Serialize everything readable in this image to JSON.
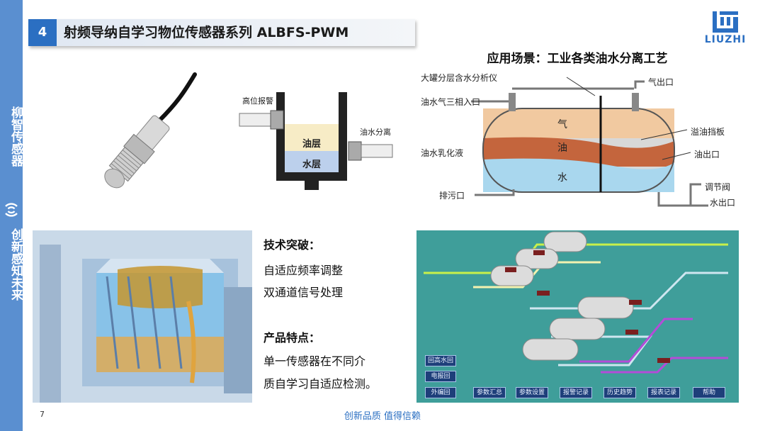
{
  "sidebar": {
    "top_text": "柳智传感器",
    "bottom_text": "创新感知未来"
  },
  "header": {
    "number": "4",
    "title": "射频导纳自学习物位传感器系列 ALBFS-PWM"
  },
  "logo": {
    "text": "LIUZHI",
    "color": "#2b6fc2"
  },
  "scene": {
    "title": "应用场景：工业各类油水分离工艺"
  },
  "tank_diagram": {
    "high_alarm": "高位报警",
    "oil_water_sep": "油水分离",
    "oil_layer": "油层",
    "water_layer": "水层"
  },
  "separator_diagram": {
    "analyzer": "大罐分层含水分析仪",
    "inlet": "油水气三相入口",
    "emulsion": "油水乳化液",
    "drain": "排污口",
    "gas_out": "气出口",
    "weir": "溢油挡板",
    "oil_out": "油出口",
    "valve": "调节阀",
    "water_out": "水出口",
    "gas": "气",
    "oil": "油",
    "water": "水"
  },
  "tech": {
    "heading": "技术突破：",
    "lines": [
      "自适应频率调整",
      "双通道信号处理"
    ]
  },
  "features": {
    "heading": "产品特点：",
    "lines": [
      "单一传感器在不同介",
      "质自学习自适应检测。"
    ]
  },
  "scada_buttons": [
    "回高水回",
    "电报回",
    "外编回",
    "参数汇总",
    "参数设置",
    "报警记录",
    "历史趋势",
    "报表记录",
    "帮助"
  ],
  "footer": {
    "page": "7",
    "slogan": "创新品质 值得信赖"
  },
  "colors": {
    "sidebar": "#5a8fd0",
    "accent": "#2b6fc2",
    "scada_bg": "#3f9e9a"
  }
}
